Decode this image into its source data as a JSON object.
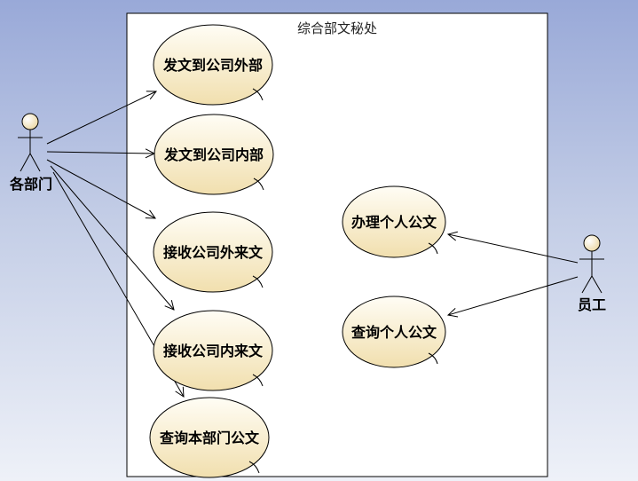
{
  "boundary": {
    "title": "综合部文秘处"
  },
  "actors": [
    {
      "id": "dept",
      "label": "各部门"
    },
    {
      "id": "staff",
      "label": "员工"
    }
  ],
  "use_cases": [
    {
      "id": "uc1",
      "label": "发文到公司外部"
    },
    {
      "id": "uc2",
      "label": "发文到公司内部"
    },
    {
      "id": "uc3",
      "label": "接收公司外来文"
    },
    {
      "id": "uc4",
      "label": "接收公司内来文"
    },
    {
      "id": "uc5",
      "label": "查询本部门公文"
    },
    {
      "id": "uc6",
      "label": "办理个人公文"
    },
    {
      "id": "uc7",
      "label": "查询个人公文"
    }
  ],
  "associations": [
    {
      "from": "dept",
      "to": "uc1"
    },
    {
      "from": "dept",
      "to": "uc2"
    },
    {
      "from": "dept",
      "to": "uc3"
    },
    {
      "from": "dept",
      "to": "uc4"
    },
    {
      "from": "dept",
      "to": "uc5"
    },
    {
      "from": "staff",
      "to": "uc6"
    },
    {
      "from": "staff",
      "to": "uc7"
    }
  ],
  "colors": {
    "usecase_fill_top": "#fffdf5",
    "usecase_fill_bottom": "#f1dfae",
    "outline": "#000000",
    "boundary_fill": "#ffffff"
  }
}
